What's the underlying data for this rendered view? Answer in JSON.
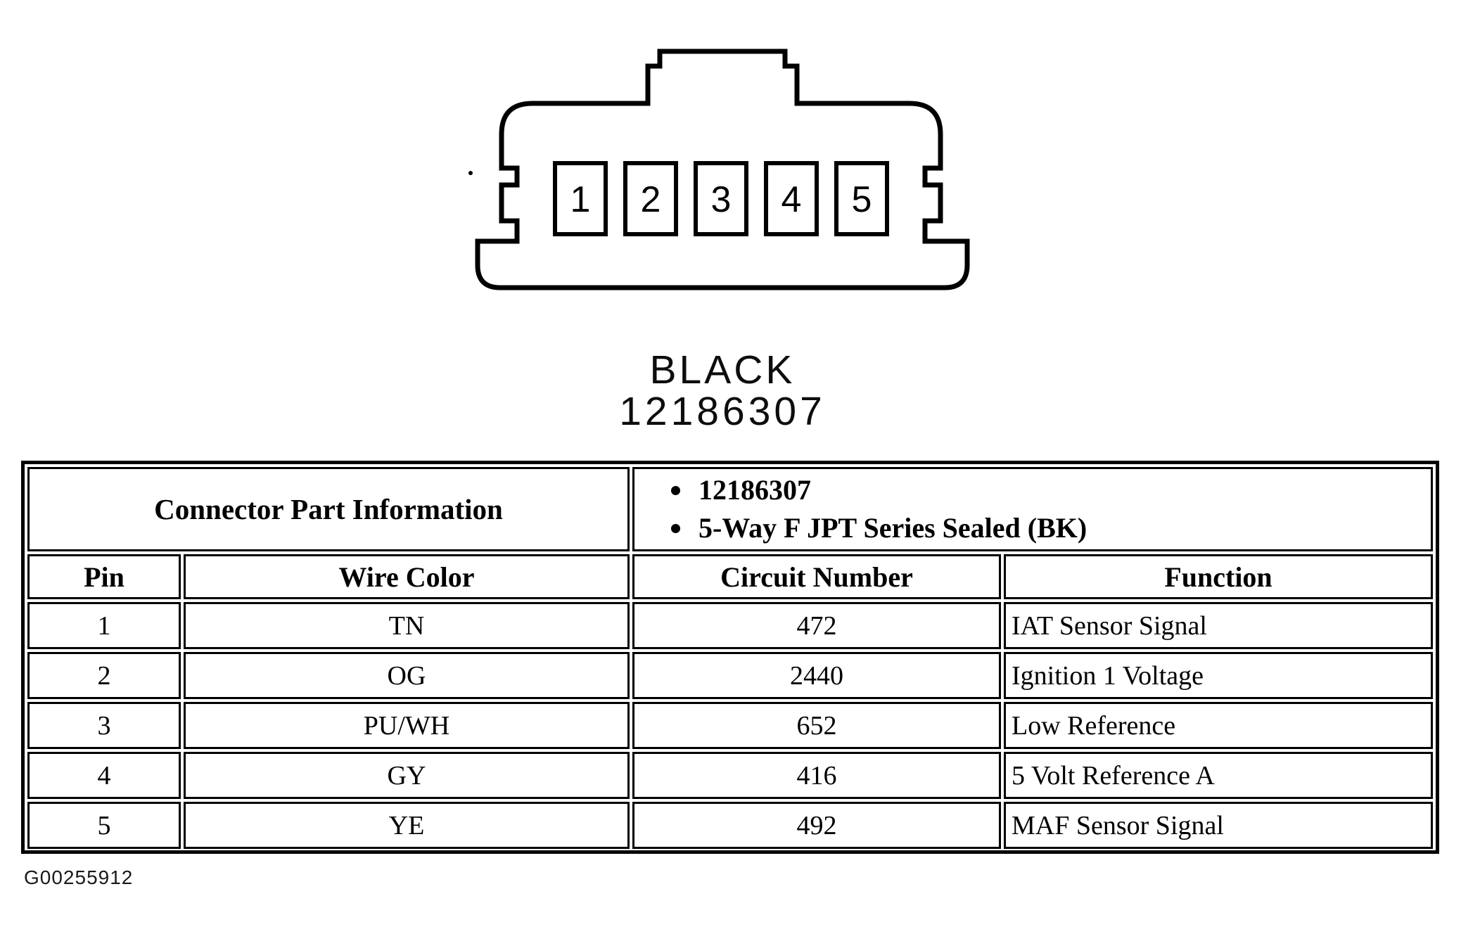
{
  "connector": {
    "pins": [
      "1",
      "2",
      "3",
      "4",
      "5"
    ],
    "color_label": "BLACK",
    "part_number": "12186307"
  },
  "table": {
    "part_info_label": "Connector Part Information",
    "part_info_bullets": [
      "12186307",
      "5-Way F JPT Series Sealed (BK)"
    ],
    "columns": [
      "Pin",
      "Wire Color",
      "Circuit Number",
      "Function"
    ],
    "rows": [
      {
        "pin": "1",
        "wire_color": "TN",
        "circuit": "472",
        "function": "IAT Sensor Signal"
      },
      {
        "pin": "2",
        "wire_color": "OG",
        "circuit": "2440",
        "function": "Ignition 1 Voltage"
      },
      {
        "pin": "3",
        "wire_color": "PU/WH",
        "circuit": "652",
        "function": "Low Reference"
      },
      {
        "pin": "4",
        "wire_color": "GY",
        "circuit": "416",
        "function": "5 Volt Reference A"
      },
      {
        "pin": "5",
        "wire_color": "YE",
        "circuit": "492",
        "function": "MAF Sensor Signal"
      }
    ]
  },
  "footer": {
    "figure_id": "G00255912"
  },
  "colors": {
    "ink": "#000000",
    "paper": "#ffffff"
  }
}
